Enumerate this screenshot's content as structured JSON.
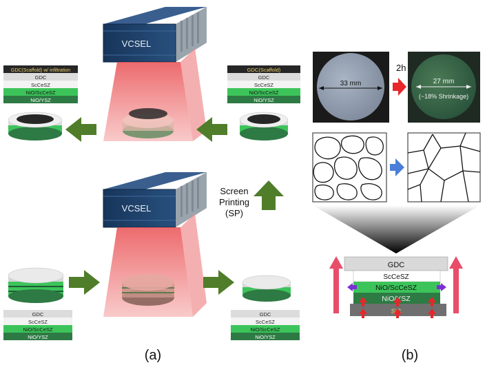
{
  "panel_a": {
    "top_laser_label": "VCSEL",
    "bottom_laser_label": "VCSEL",
    "top_left_stack": [
      "GDC(Scaffold) w/ infiltration",
      "GDC",
      "ScCeSZ",
      "NiO/ScCeSZ",
      "NiO/YSZ"
    ],
    "top_right_stack": [
      "GDC(Scaffold)",
      "GDC",
      "ScCeSZ",
      "NiO/ScCeSZ",
      "NiO/YSZ"
    ],
    "bottom_left_stack": [
      "GDC",
      "ScCeSZ",
      "NiO/ScCeSZ",
      "NiO/YSZ"
    ],
    "bottom_right_stack": [
      "GDC",
      "ScCeSZ",
      "NiO/ScCeSZ",
      "NiO/YSZ"
    ],
    "screen_printing": [
      "Screen",
      "Printing",
      "(SP)"
    ],
    "caption": "(a)"
  },
  "panel_b": {
    "time_label": "2h",
    "before_diameter": "33 mm",
    "after_diameter": "27 mm",
    "shrinkage": "(~18% Shrinkage)",
    "cross_section_layers": [
      "GDC",
      "ScCeSZ",
      "NiO/ScCeSZ",
      "NiO/YSZ",
      "SiC"
    ],
    "caption": "(b)"
  },
  "colors": {
    "laser_red": "#f27c7c",
    "arrow_green": "#4f7d2a",
    "nio_scce_green": "#3cc45a",
    "nio_ysz_green": "#2e7a44",
    "gdc_gray": "#dcdcdc",
    "scaffold_black": "#2a2a2a",
    "housing_navy": "#1d3d66"
  }
}
